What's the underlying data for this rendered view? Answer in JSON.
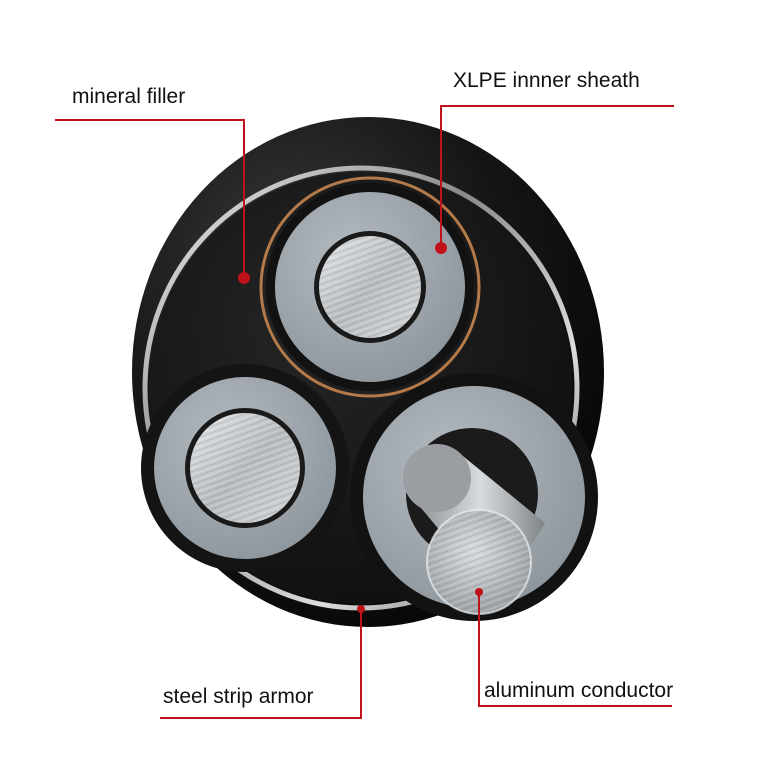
{
  "labels": {
    "mineral_filler": "mineral filler",
    "xlpe_inner_sheath": "XLPE innner sheath",
    "steel_strip_armor": "steel strip armor",
    "aluminum_conductor": "aluminum conductor"
  },
  "colors": {
    "leader_line": "#c0121b",
    "outer_sheath": "#111111",
    "insulation": "#9fa7ae",
    "conductor": "#c9ccce",
    "copper_screen": "#b57a4a"
  }
}
